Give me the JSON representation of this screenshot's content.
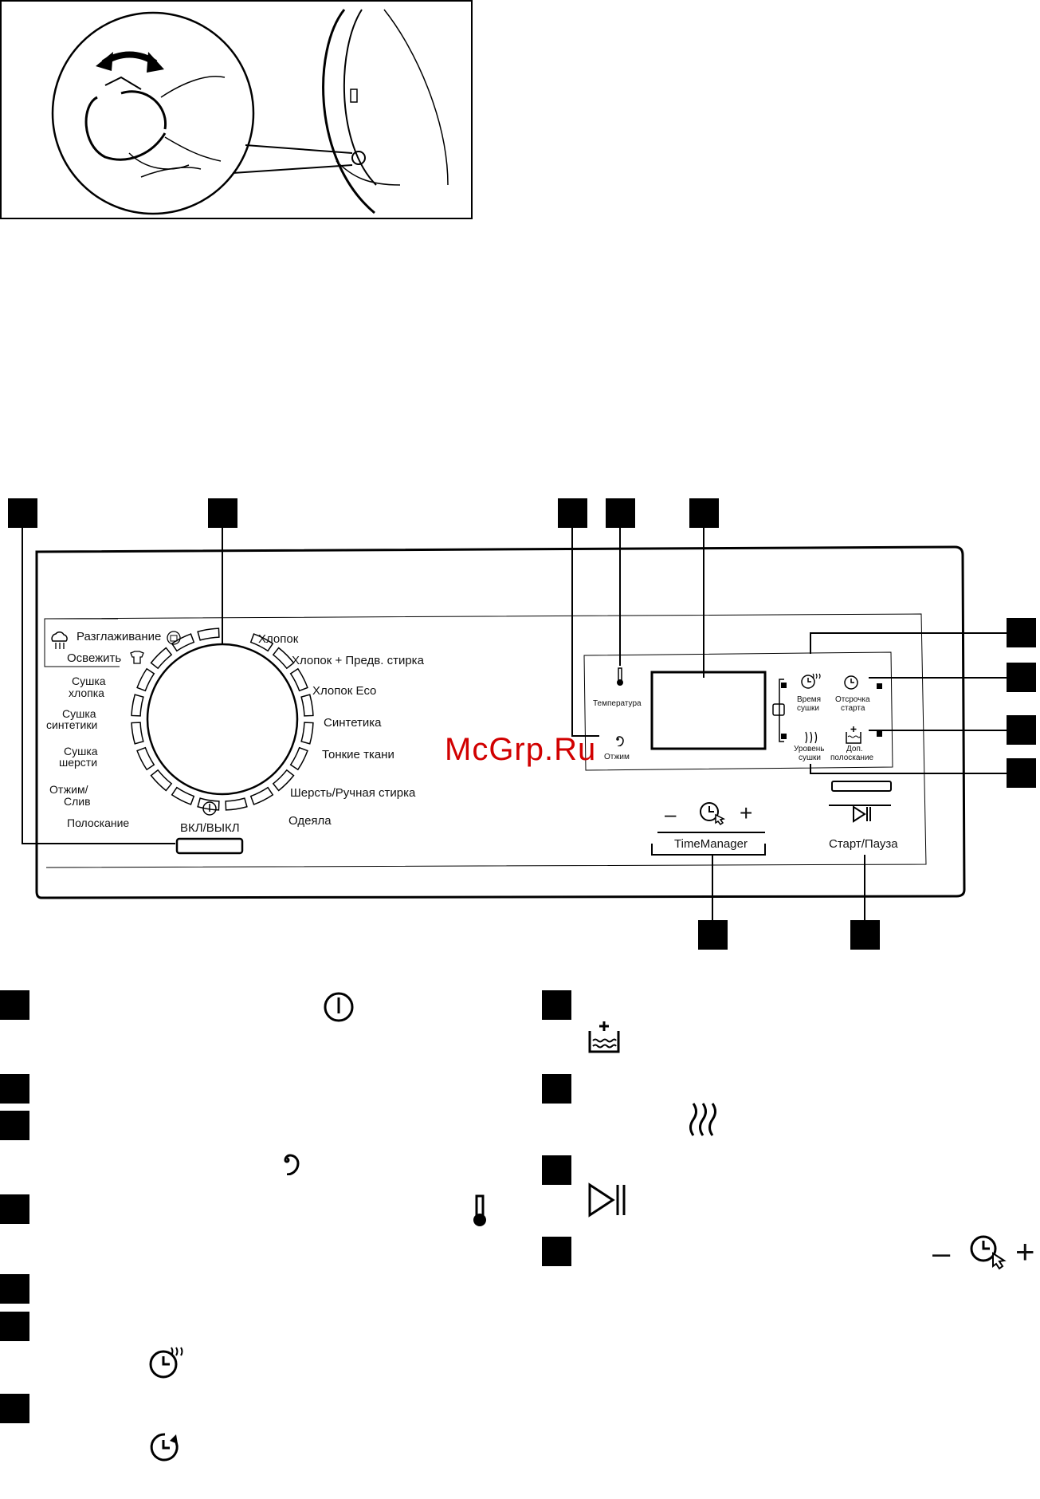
{
  "figure": {
    "icons": [
      "drain-filter-detail-illustration",
      "rotate-arrow-icon"
    ]
  },
  "panel": {
    "watermark": "McGrp.Ru",
    "programs": {
      "razglazhivanie": "Разглаживание",
      "osvezhit": "Освежить",
      "sushka_hlopka_1": "Сушка",
      "sushka_hlopka_2": "хлопка",
      "sushka_sintetiki_1": "Сушка",
      "sushka_sintetiki_2": "синтетики",
      "sushka_shersti_1": "Сушка",
      "sushka_shersti_2": "шерсти",
      "otzhim_1": "Отжим/",
      "otzhim_2": "Слив",
      "poloskanie": "Полоскание",
      "hlopok": "Хлопок",
      "hlopok_pred": "Хлопок + Предв. стирка",
      "hlopok_eco": "Хлопок Eco",
      "sintetika": "Синтетика",
      "tonkie": "Тонкие ткани",
      "sherst": "Шерсть/Ручная стирка",
      "odeyala": "Одеяла"
    },
    "on_off": "ВКЛ/ВЫКЛ",
    "temperature": "Температура",
    "spin": "Отжим",
    "dry_time_1": "Время",
    "dry_time_2": "сушки",
    "delay_1": "Отсрочка",
    "delay_2": "старта",
    "dry_level_1": "Уровень",
    "dry_level_2": "сушки",
    "rinse_1": "Доп.",
    "rinse_2": "полоскание",
    "time_manager": "TimeManager",
    "time_minus": "–",
    "time_plus": "+",
    "start_pause": "Старт/Пауза"
  },
  "legend": {
    "icons": [
      "power-icon",
      "spin-icon",
      "thermometer-icon",
      "dry-time-icon",
      "delay-start-icon",
      "extra-rinse-icon",
      "dry-level-icon",
      "start-pause-icon",
      "time-manager-icon"
    ],
    "minus": "–",
    "plus": "+"
  }
}
